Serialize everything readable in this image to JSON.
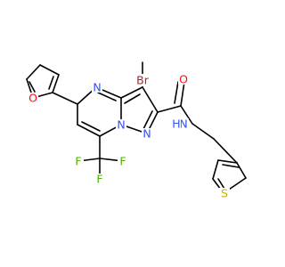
{
  "molecule": {
    "atoms": [
      {
        "id": "Br",
        "label": "Br",
        "color": "#a52a2a"
      },
      {
        "id": "N1",
        "label": "N",
        "color": "#3050f8"
      },
      {
        "id": "N7a",
        "label": "N",
        "color": "#3050f8"
      },
      {
        "id": "N8",
        "label": "N",
        "color": "#3050f8"
      },
      {
        "id": "O_furan",
        "label": "O",
        "color": "#ff0d0d"
      },
      {
        "id": "O_amide",
        "label": "O",
        "color": "#ff0d0d"
      },
      {
        "id": "NH",
        "label": "N",
        "color": "#3050f8"
      },
      {
        "id": "H",
        "label": "H",
        "color": "#3050f8"
      },
      {
        "id": "S",
        "label": "S",
        "color": "#c8b400"
      },
      {
        "id": "F1",
        "label": "F",
        "color": "#50b000"
      },
      {
        "id": "F2",
        "label": "F",
        "color": "#50b000"
      },
      {
        "id": "F3",
        "label": "F",
        "color": "#50b000"
      }
    ]
  }
}
